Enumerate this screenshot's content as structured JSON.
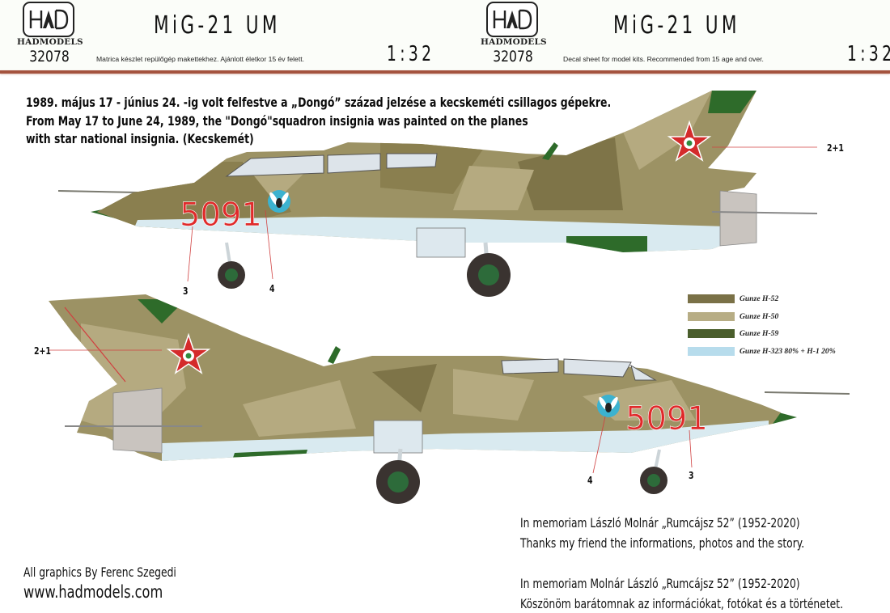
{
  "header": {
    "left": {
      "brand": "HADMODELS",
      "logo_text": "HAD",
      "kit_number": "32078",
      "title": "MiG-21 UM",
      "subtitle": "Matrica készlet repülőgép makettekhez. Ajánlott életkor 15 év felett.",
      "scale": "1:32"
    },
    "right": {
      "brand": "HADMODELS",
      "logo_text": "HAD",
      "kit_number": "32078",
      "title": "MiG-21 UM",
      "subtitle": "Decal sheet for model kits. Recommended from 15 age and over.",
      "scale": "1:32"
    },
    "rule_color": "#a4533e"
  },
  "intro": {
    "line_hu": "1989. május 17 - június 24. -ig volt felfestve a „Dongó” század jelzése a kecskeméti csillagos gépekre.",
    "line_en_1": "From May 17 to June 24, 1989, the \"Dongó\"squadron insignia was painted on the planes",
    "line_en_2": "with star national insignia. (Kecskemét)"
  },
  "aircraft": {
    "top_view": {
      "orientation": "nose-left",
      "serial": "5091",
      "serial_color": "#e02a2a",
      "callouts": [
        {
          "id": "3",
          "label": "3",
          "target": "serial number"
        },
        {
          "id": "4",
          "label": "4",
          "target": "Dongó squadron insignia"
        },
        {
          "id": "2+1",
          "label": "2+1",
          "target": "tail star national insignia"
        }
      ]
    },
    "bottom_view": {
      "orientation": "nose-right",
      "serial": "5091",
      "serial_color": "#e02a2a",
      "callouts": [
        {
          "id": "2+1",
          "label": "2+1",
          "target": "tail star national insignia"
        },
        {
          "id": "4",
          "label": "4",
          "target": "Dongó squadron insignia"
        },
        {
          "id": "3",
          "label": "3",
          "target": "serial number"
        }
      ]
    }
  },
  "legend": {
    "items": [
      {
        "label": "Gunze H-52",
        "color": "#7a7147"
      },
      {
        "label": "Gunze H-50",
        "color": "#b7ad85"
      },
      {
        "label": "Gunze H-59",
        "color": "#4a5e2c"
      },
      {
        "label": "Gunze H-323 80% + H-1 20%",
        "color": "#b7dcec"
      }
    ]
  },
  "memorial": {
    "en_1": "In memoriam László Molnár „Rumcájsz 52” (1952-2020)",
    "en_2": "Thanks my friend the informations, photos and the story.",
    "hu_1": "In memoriam Molnár László „Rumcájsz 52” (1952-2020)",
    "hu_2": "Köszönöm barátomnak az információkat, fotókat és a történetet."
  },
  "credits": {
    "author": "All graphics By Ferenc Szegedi",
    "website": "www.hadmodels.com"
  }
}
